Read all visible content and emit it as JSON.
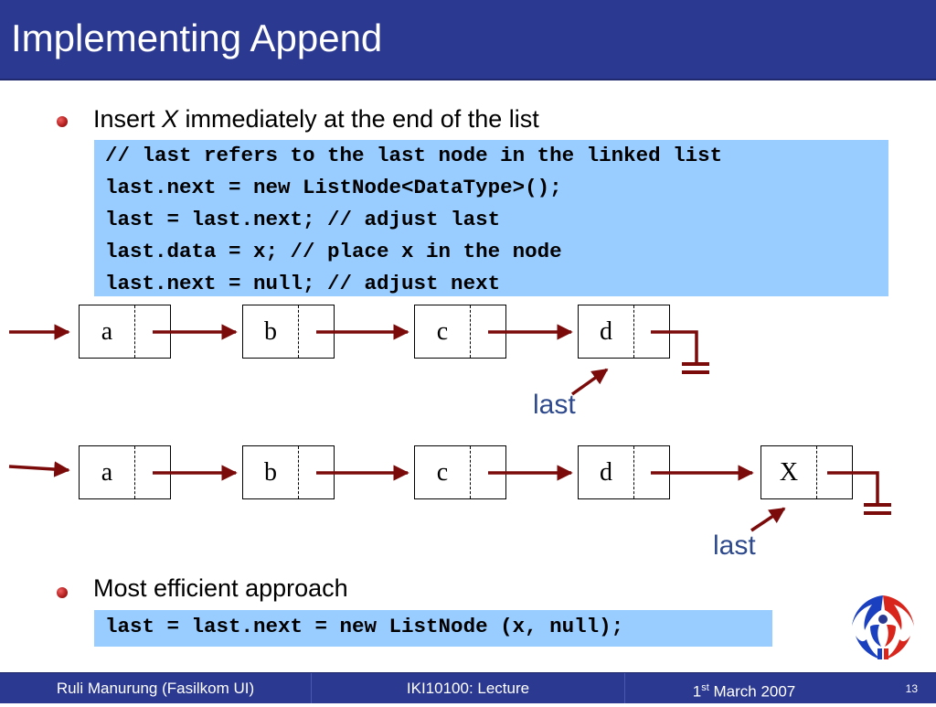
{
  "slide": {
    "title": "Implementing Append"
  },
  "bullets": [
    {
      "prefix": "Insert ",
      "var": "X",
      "suffix": " immediately at the end of the list"
    },
    {
      "text": "Most efficient approach"
    }
  ],
  "code_block_1": [
    "// last refers to the last node in the linked list",
    "last.next = new ListNode<DataType>();",
    "last = last.next; // adjust last",
    "last.data = x; // place x in the node",
    "last.next = null; // adjust next"
  ],
  "code_block_2": [
    "last = last.next = new ListNode (x, null);"
  ],
  "diagram_top": {
    "nodes": [
      "a",
      "b",
      "c",
      "d"
    ],
    "pointer_label": "last"
  },
  "diagram_bottom": {
    "nodes": [
      "a",
      "b",
      "c",
      "d",
      "X"
    ],
    "pointer_label": "last"
  },
  "footer": {
    "author": "Ruli Manurung (Fasilkom UI)",
    "course": "IKI10100: Lecture",
    "date_day": "1",
    "date_suffix": "st",
    "date_rest": " March 2007",
    "page": "13"
  },
  "colors": {
    "title_bg": "#2b3990",
    "arrow": "#7b0a0a",
    "code_bg": "#99ccff",
    "last_label": "#2e4a8c"
  },
  "icons": [
    "bullet-icon",
    "null-ground-icon",
    "university-logo-icon"
  ]
}
